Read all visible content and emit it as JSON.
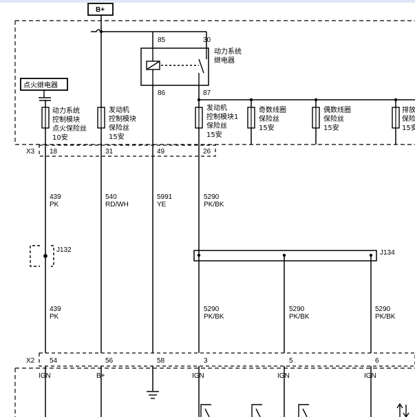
{
  "top": {
    "bplus_label": "B+"
  },
  "relay": {
    "pins": [
      "85",
      "30",
      "86",
      "87"
    ],
    "name_lines": [
      "动力系统",
      "继电器"
    ]
  },
  "ignition_relay": {
    "label": "点火继电器"
  },
  "fuses": [
    {
      "lines": [
        "动力系统",
        "控制模块",
        "点火保险丝",
        "10安"
      ]
    },
    {
      "lines": [
        "发动机",
        "控制模块",
        "保险丝",
        "15安"
      ]
    },
    {
      "lines": [
        "发动机",
        "控制模块1",
        "保险丝",
        "15安"
      ]
    },
    {
      "lines": [
        "奇数线圈",
        "保险丝",
        "15安"
      ]
    },
    {
      "lines": [
        "偶数线圈",
        "保险丝",
        "15安"
      ]
    },
    {
      "lines": [
        "排放",
        "保险",
        "15安"
      ]
    }
  ],
  "connector_x3": {
    "label": "X3",
    "pins": [
      "18",
      "31",
      "49",
      "26"
    ]
  },
  "wires_upper": [
    {
      "num": "439",
      "color": "PK"
    },
    {
      "num": "540",
      "color": "RD/WH"
    },
    {
      "num": "5991",
      "color": "YE"
    },
    {
      "num": "5290",
      "color": "PK/BK"
    }
  ],
  "splice_j132": {
    "label": "J132"
  },
  "splice_j134": {
    "label": "J134"
  },
  "wires_lower": [
    {
      "num": "439",
      "color": "PK"
    },
    {
      "num": "5290",
      "color": "PK/BK"
    },
    {
      "num": "5290",
      "color": "PK/BK"
    },
    {
      "num": "5290",
      "color": "PK/BK"
    }
  ],
  "connector_x2": {
    "label": "X2",
    "pins": [
      "54",
      "56",
      "58",
      "3",
      "5",
      "6"
    ],
    "signals": [
      "IGN",
      "B+",
      "IGN",
      "IGN",
      "IGN"
    ]
  }
}
